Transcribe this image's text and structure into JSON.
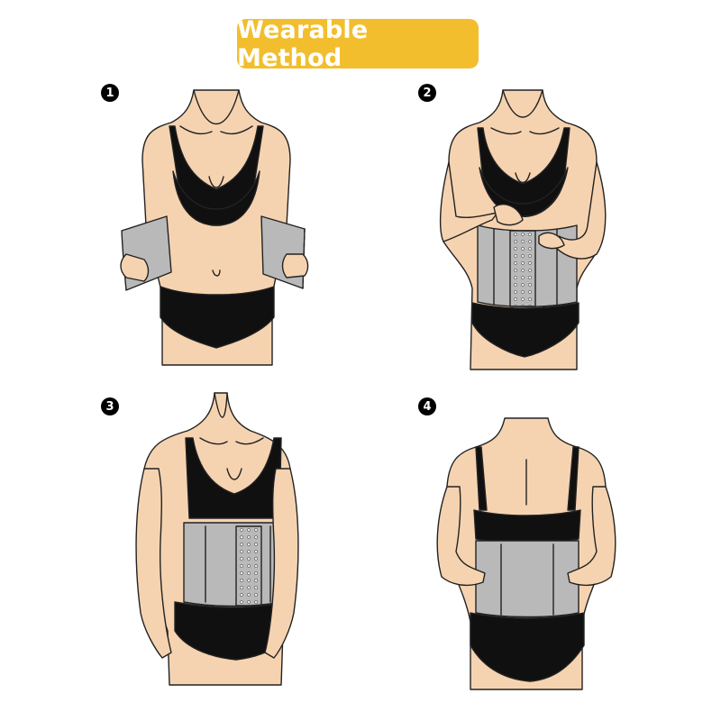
{
  "title": "Wearable Method",
  "colors": {
    "badge": "#F2BE2E",
    "skin": "#F6D3B0",
    "outline": "#222222",
    "garment": "#101010",
    "corset": "#B9B9B9",
    "step_circle": "#000000"
  },
  "steps": [
    {
      "number": "1",
      "icon": "step-1-badge"
    },
    {
      "number": "2",
      "icon": "step-2-badge"
    },
    {
      "number": "3",
      "icon": "step-3-badge"
    },
    {
      "number": "4",
      "icon": "step-4-badge"
    }
  ]
}
